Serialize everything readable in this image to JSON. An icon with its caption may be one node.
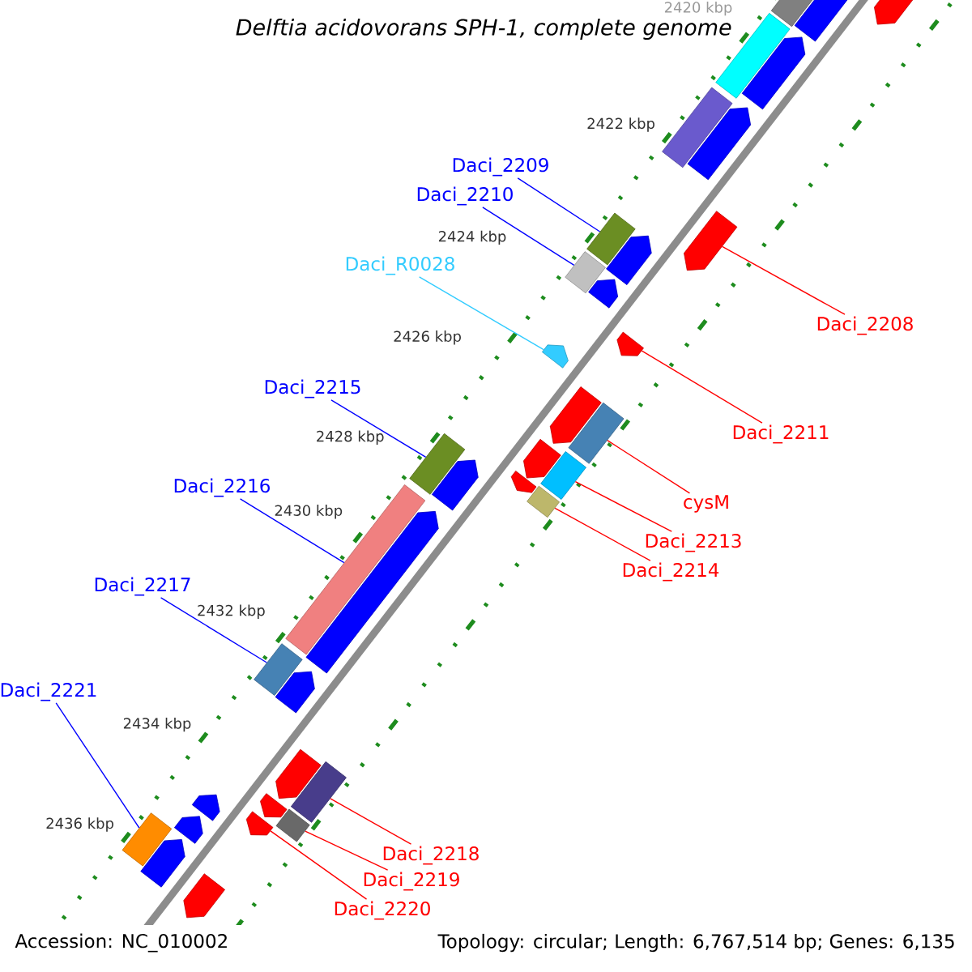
{
  "diagram": {
    "title": "Delftia acidovorans SPH-1, complete genome",
    "nodes": [
      {
        "text": [
          "Daci_2209"
        ]
      },
      {
        "text": [
          "Daci_2210"
        ]
      },
      {
        "text": [
          "Daci_R0028"
        ]
      },
      {
        "text": [
          "Daci_2208"
        ]
      },
      {
        "text": [
          "Daci_2215"
        ]
      },
      {
        "text": [
          "Daci_2211"
        ]
      },
      {
        "text": [
          "Daci_2216"
        ]
      },
      {
        "text": [
          "cysM"
        ]
      },
      {
        "text": [
          "Daci_2213"
        ]
      },
      {
        "text": [
          "Daci_2214"
        ]
      },
      {
        "text": [
          "Daci_2217"
        ]
      },
      {
        "text": [
          "Daci_2221"
        ]
      },
      {
        "text": [
          "Daci_2218"
        ]
      },
      {
        "text": [
          "Daci_2219"
        ]
      },
      {
        "text": [
          "Daci_2220"
        ]
      },
      {
        "text": [],
        "shape": "pentagon"
      },
      {
        "text": [],
        "shape": "pentagon"
      },
      {
        "text": [],
        "shape": "box"
      },
      {
        "text": [],
        "shape": "box"
      },
      {
        "text": [],
        "shape": "pentagon"
      },
      {
        "text": [],
        "shape": "box"
      },
      {
        "text": [],
        "shape": "pentagon"
      },
      {
        "text": [],
        "shape": "pentagon"
      },
      {
        "text": [],
        "shape": "box"
      },
      {
        "text": [],
        "shape": "pentagon"
      },
      {
        "text": [],
        "shape": "box"
      },
      {
        "text": [],
        "shape": "pentagon"
      },
      {
        "text": [],
        "shape": "pentagon"
      },
      {
        "text": [],
        "shape": "pentagon"
      },
      {
        "text": [],
        "shape": "pentagon"
      },
      {
        "text": [],
        "shape": "box"
      },
      {
        "text": [],
        "shape": "pentagon"
      },
      {
        "text": [],
        "shape": "box"
      },
      {
        "text": [],
        "shape": "pentagon"
      },
      {
        "text": [],
        "shape": "box"
      },
      {
        "text": [],
        "shape": "box"
      },
      {
        "text": [],
        "shape": "pentagon"
      },
      {
        "text": [],
        "shape": "box"
      },
      {
        "text": [],
        "shape": "pentagon"
      },
      {
        "text": [],
        "shape": "box"
      },
      {
        "text": [],
        "shape": "pentagon"
      },
      {
        "text": [],
        "shape": "pentagon"
      },
      {
        "text": [],
        "shape": "box"
      },
      {
        "text": [],
        "shape": "pentagon"
      },
      {
        "text": [],
        "shape": "box"
      },
      {
        "text": [],
        "shape": "pentagon"
      },
      {
        "text": [],
        "shape": "pentagon"
      },
      {
        "text": [],
        "shape": "pentagon"
      },
      {
        "text": [],
        "shape": "box"
      },
      {
        "text": [],
        "shape": "pentagon"
      },
      {
        "text": [],
        "shape": "pentagon"
      }
    ],
    "edges": [
      {
        "from": 0,
        "to": 23,
        "arrow": "none",
        "color": "#0000ff"
      },
      {
        "from": 1,
        "to": 25,
        "arrow": "none",
        "color": "#0000ff"
      },
      {
        "from": 2,
        "to": 28,
        "arrow": "none",
        "color": "#33ccff"
      },
      {
        "from": 3,
        "to": 22,
        "arrow": "none"
      },
      {
        "from": 4,
        "to": 35,
        "arrow": "none",
        "color": "#0000ff"
      },
      {
        "from": 5,
        "to": 27,
        "arrow": "none"
      },
      {
        "from": 6,
        "to": 37,
        "arrow": "none",
        "color": "#0000ff"
      },
      {
        "from": 7,
        "to": 30,
        "arrow": "none"
      },
      {
        "from": 8,
        "to": 32,
        "arrow": "none"
      },
      {
        "from": 9,
        "to": 34,
        "arrow": "none"
      },
      {
        "from": 10,
        "to": 39,
        "arrow": "none",
        "color": "#0000ff"
      },
      {
        "from": 11,
        "to": 48,
        "arrow": "none",
        "color": "#0000ff"
      },
      {
        "from": 12,
        "to": 42,
        "arrow": "none"
      },
      {
        "from": 13,
        "to": 44,
        "arrow": "none"
      },
      {
        "from": 14,
        "to": 45,
        "arrow": "none"
      }
    ],
    "labels": [
      "2420 kbp",
      "2422 kbp",
      "2424 kbp",
      "2426 kbp",
      "2428 kbp",
      "2430 kbp",
      "2432 kbp",
      "2434 kbp",
      "2436 kbp",
      "Accession: NC_010002",
      "Topology: circular; Length: 6,767,514 bp; Genes: 6,135"
    ]
  }
}
